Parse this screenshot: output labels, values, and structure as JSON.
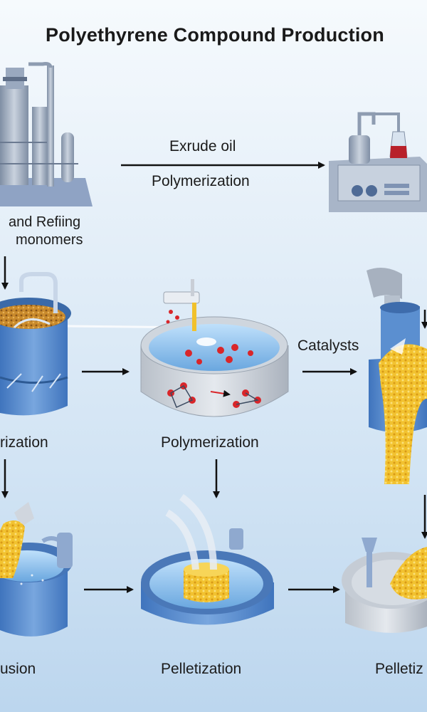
{
  "title": "Polyethyrene Compound Production",
  "labels": {
    "crude_oil": "Exrude oil",
    "polymerization_top": "Polymerization",
    "refining_line1": "and Refiing",
    "refining_line2": "monomers",
    "catalysts": "Catalysts",
    "step_left": "rization",
    "step_center": "Polymerization",
    "step_bottom_left": "usion",
    "step_bottom_center": "Pelletization",
    "step_bottom_right": "Pelletiz"
  },
  "colors": {
    "vessel_blue": "#5b8fd0",
    "water_blue": "#9fc9ef",
    "pellet_yellow": "#f2c230",
    "steel_gray": "#9aa6b6",
    "molecule_red": "#d9262a"
  },
  "icons": [
    "refinery-tower-icon",
    "lab-equipment-icon",
    "reactor-tank-icon",
    "polymerization-pool-icon",
    "catalyst-hopper-icon",
    "extrusion-tank-icon",
    "pelletizer-basin-icon",
    "pellet-tray-icon"
  ]
}
